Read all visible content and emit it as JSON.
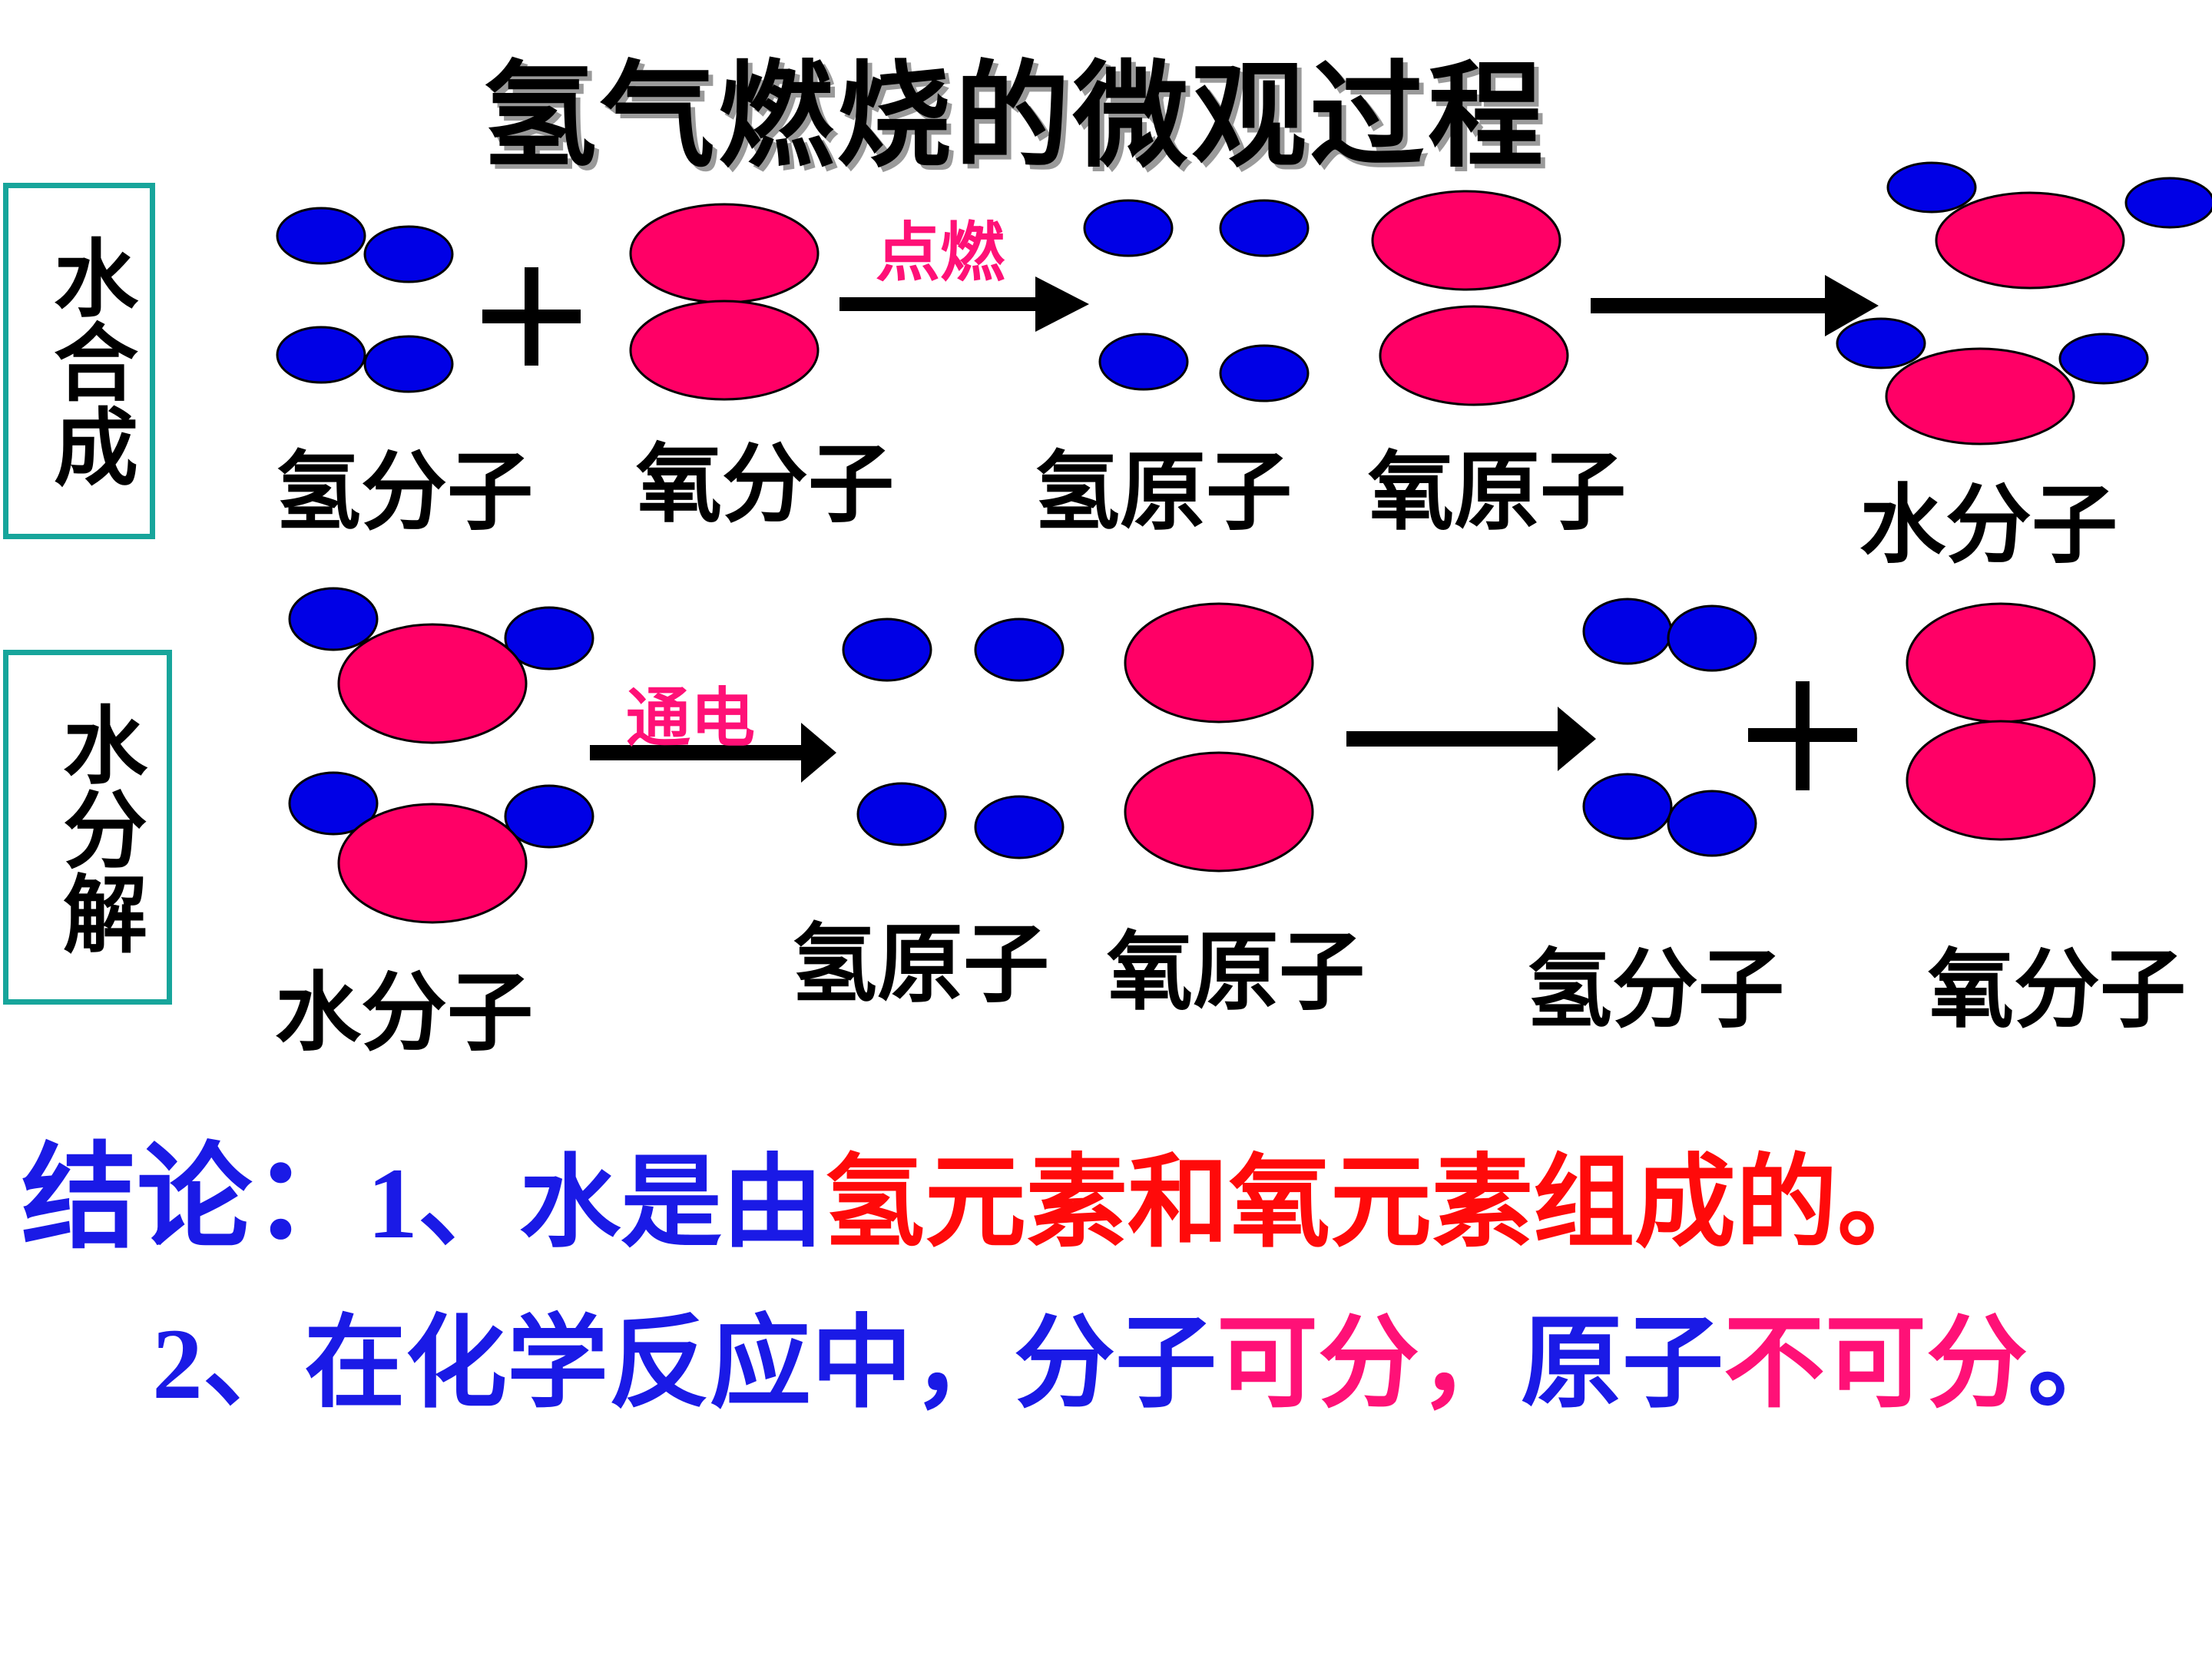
{
  "title": "氢气燃烧的微观过程",
  "synthesis": {
    "side_label": "水合成",
    "condition": "点燃",
    "plus": "+",
    "labels": [
      "氢分子",
      "氧分子",
      "氢原子",
      "氧原子",
      "水分子"
    ]
  },
  "decomposition": {
    "side_label": "水分解",
    "condition": "通电",
    "plus": "+",
    "labels": [
      "水分子",
      "氢原子",
      "氧原子",
      "氢分子",
      "氧分子"
    ]
  },
  "conclusion": {
    "line1": {
      "prefix": "结论：",
      "num": "1、",
      "blue": "水是由",
      "red": "氢元素和氧元素组成的。"
    },
    "line2": {
      "num": "2、",
      "blue1": "在化学反应中，",
      "blue2": "分子",
      "pink1": "可分，",
      "blue3": "原子",
      "pink2": "不可分",
      "end": "。"
    }
  },
  "colors": {
    "hydrogen": "#0000e6",
    "oxygen": "#ff0066",
    "condition_text": "#ff1177",
    "box_border": "#17a59b",
    "conclusion_blue": "#1a1ae6",
    "conclusion_red": "#ff0a0a",
    "conclusion_pink": "#ff1177"
  }
}
